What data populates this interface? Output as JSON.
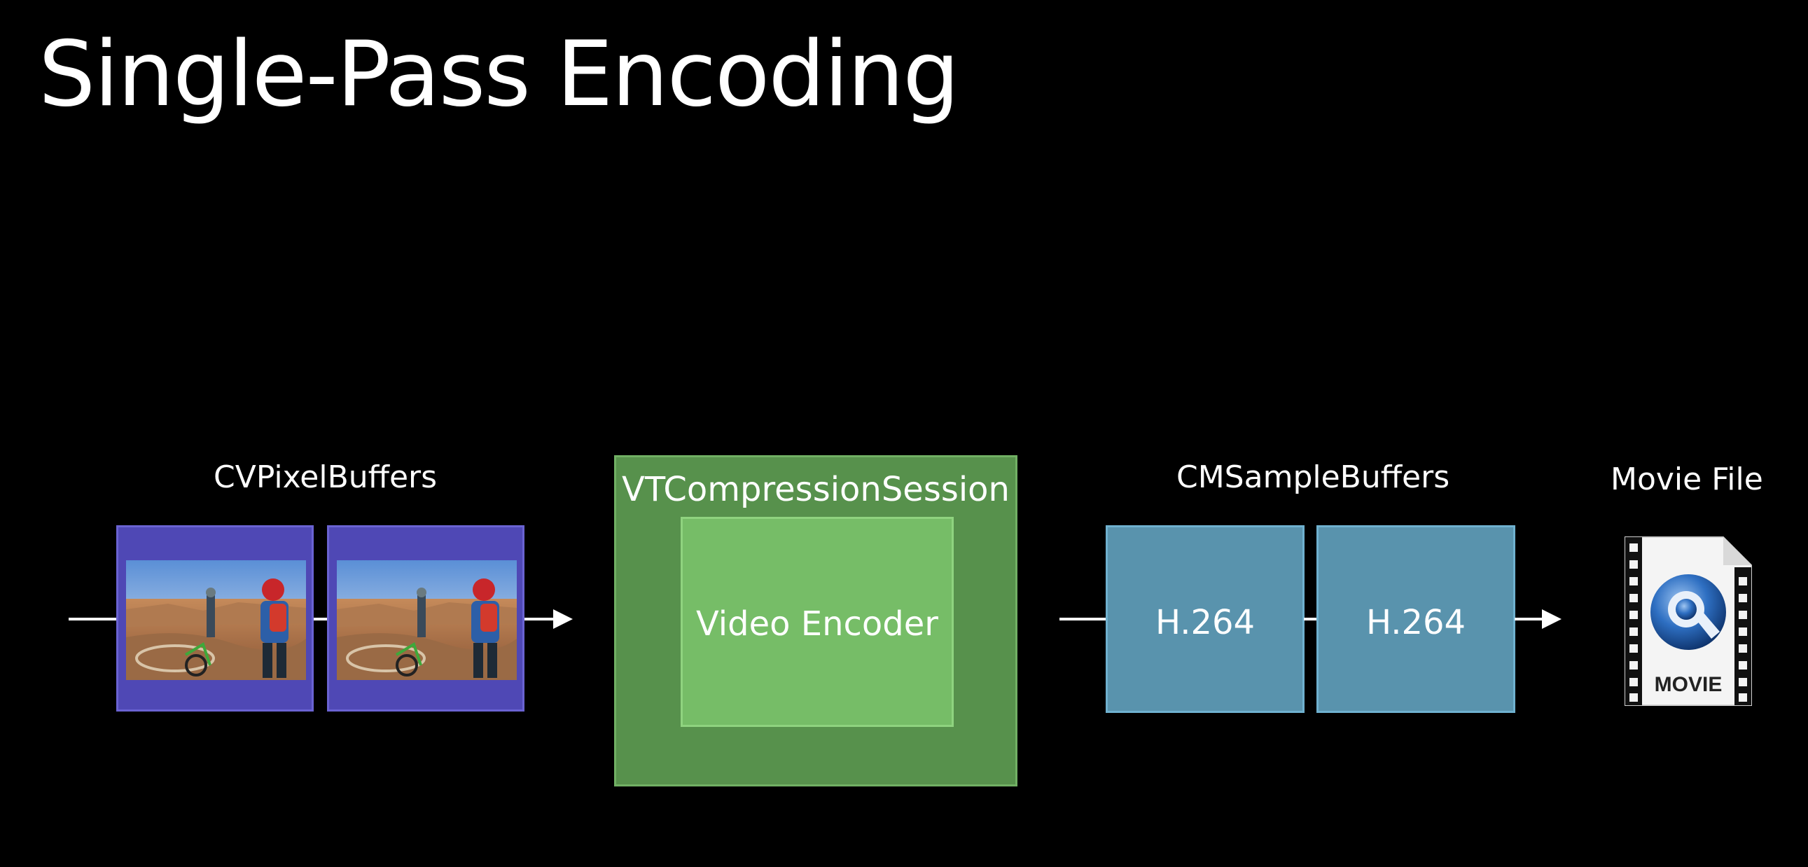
{
  "slide": {
    "title": "Single-Pass Encoding"
  },
  "pipeline": {
    "pixel_buffers_label": "CVPixelBuffers",
    "session_label": "VTCompressionSession",
    "encoder_label": "Video Encoder",
    "sample_buffers_label": "CMSampleBuffers",
    "sample_buffers": [
      "H.264",
      "H.264"
    ],
    "movie_file_label": "Movie File",
    "movie_icon_text": "MOVIE"
  },
  "colors": {
    "background": "#000000",
    "pixel_buffer": "#4f48b5",
    "session": "#57914c",
    "encoder": "#76bd67",
    "sample_buffer": "#5993ad"
  }
}
